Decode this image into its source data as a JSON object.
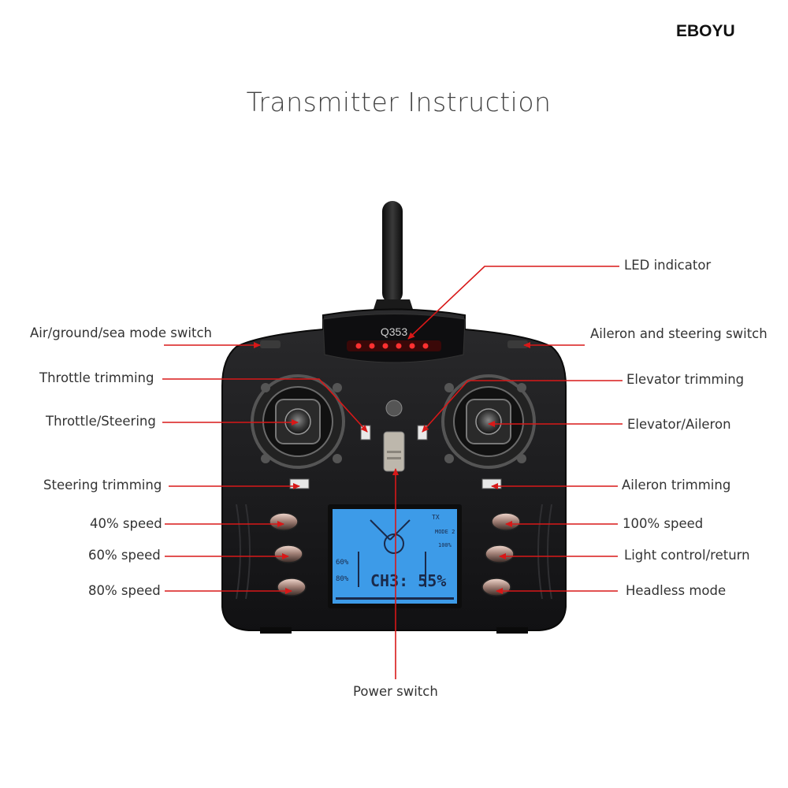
{
  "brand": "EBOYU",
  "title": "Transmitter Instruction",
  "device": {
    "model": "Q353",
    "lcd": {
      "channel_readout": "CH3: 55%",
      "speed_top": "60%",
      "speed_bottom": "80%",
      "tx": "TX",
      "mode": "MODE 2",
      "rate": "100%"
    }
  },
  "labels": {
    "led_indicator": "LED indicator",
    "air_ground_sea": "Air/ground/sea mode switch",
    "aileron_steering_switch": "Aileron and steering switch",
    "throttle_trimming": "Throttle trimming",
    "elevator_trimming": "Elevator trimming",
    "throttle_steering": "Throttle/Steering",
    "elevator_aileron": "Elevator/Aileron",
    "steering_trimming": "Steering trimming",
    "aileron_trimming": "Aileron trimming",
    "speed_40": "40% speed",
    "speed_100": "100% speed",
    "speed_60": "60% speed",
    "light_control": "Light control/return",
    "speed_80": "80% speed",
    "headless": "Headless mode",
    "power_switch": "Power switch"
  },
  "colors": {
    "arrow": "#d81818",
    "body": "#1d1d1f",
    "lcd": "#3d9be8",
    "text": "#333333"
  }
}
